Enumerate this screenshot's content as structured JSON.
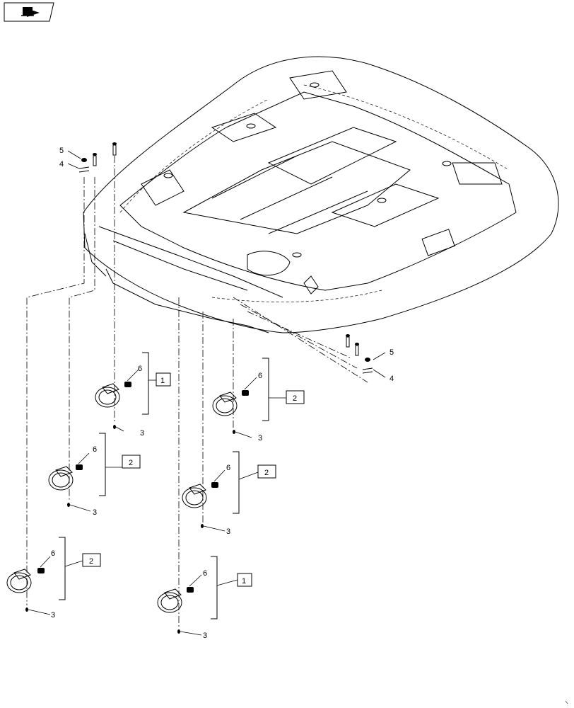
{
  "diagram": {
    "callouts": {
      "part_1": "1",
      "part_2": "2",
      "part_3": "3",
      "part_4": "4",
      "part_5": "5",
      "part_6": "6"
    },
    "nav_icon": "book-arrow-icon"
  }
}
